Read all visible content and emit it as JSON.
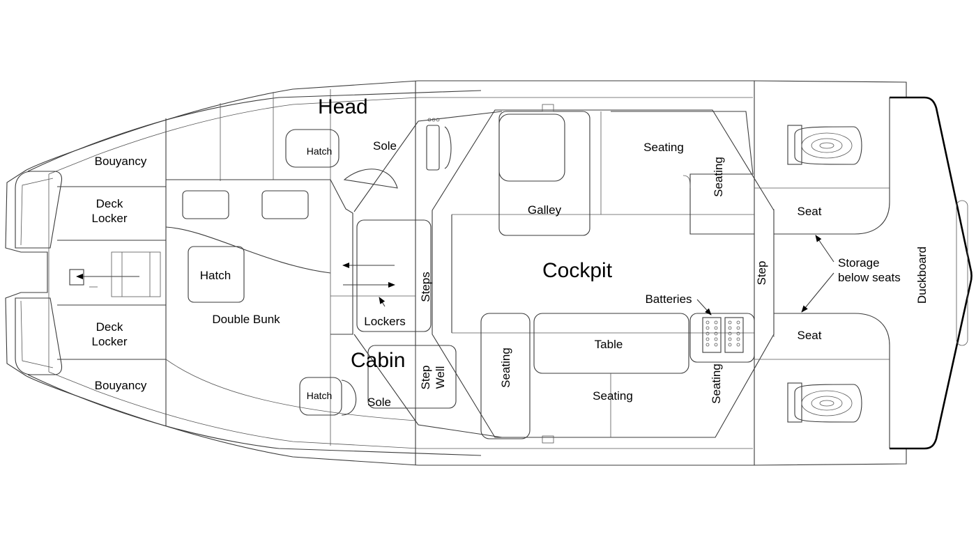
{
  "labels": {
    "head": "Head",
    "cabin": "Cabin",
    "cockpit": "Cockpit",
    "bouyancy_top": "Bouyancy",
    "bouyancy_bottom": "Bouyancy",
    "deck_locker_top_1": "Deck",
    "deck_locker_top_2": "Locker",
    "deck_locker_bottom_1": "Deck",
    "deck_locker_bottom_2": "Locker",
    "hatch_bunk": "Hatch",
    "hatch_head": "Hatch",
    "hatch_cabin": "Hatch",
    "double_bunk": "Double Bunk",
    "sole_top": "Sole",
    "sole_bottom": "Sole",
    "lockers": "Lockers",
    "steps": "Steps",
    "step_well_1": "Step",
    "step_well_2": "Well",
    "galley": "Galley",
    "seating_top": "Seating",
    "seating_top_right": "Seating",
    "seating_left": "Seating",
    "seating_bottom": "Seating",
    "seating_bottom_right": "Seating",
    "table": "Table",
    "batteries": "Batteries",
    "step": "Step",
    "seat_top": "Seat",
    "seat_bottom": "Seat",
    "storage_1": "Storage",
    "storage_2": "below seats",
    "duckboard": "Duckboard"
  }
}
